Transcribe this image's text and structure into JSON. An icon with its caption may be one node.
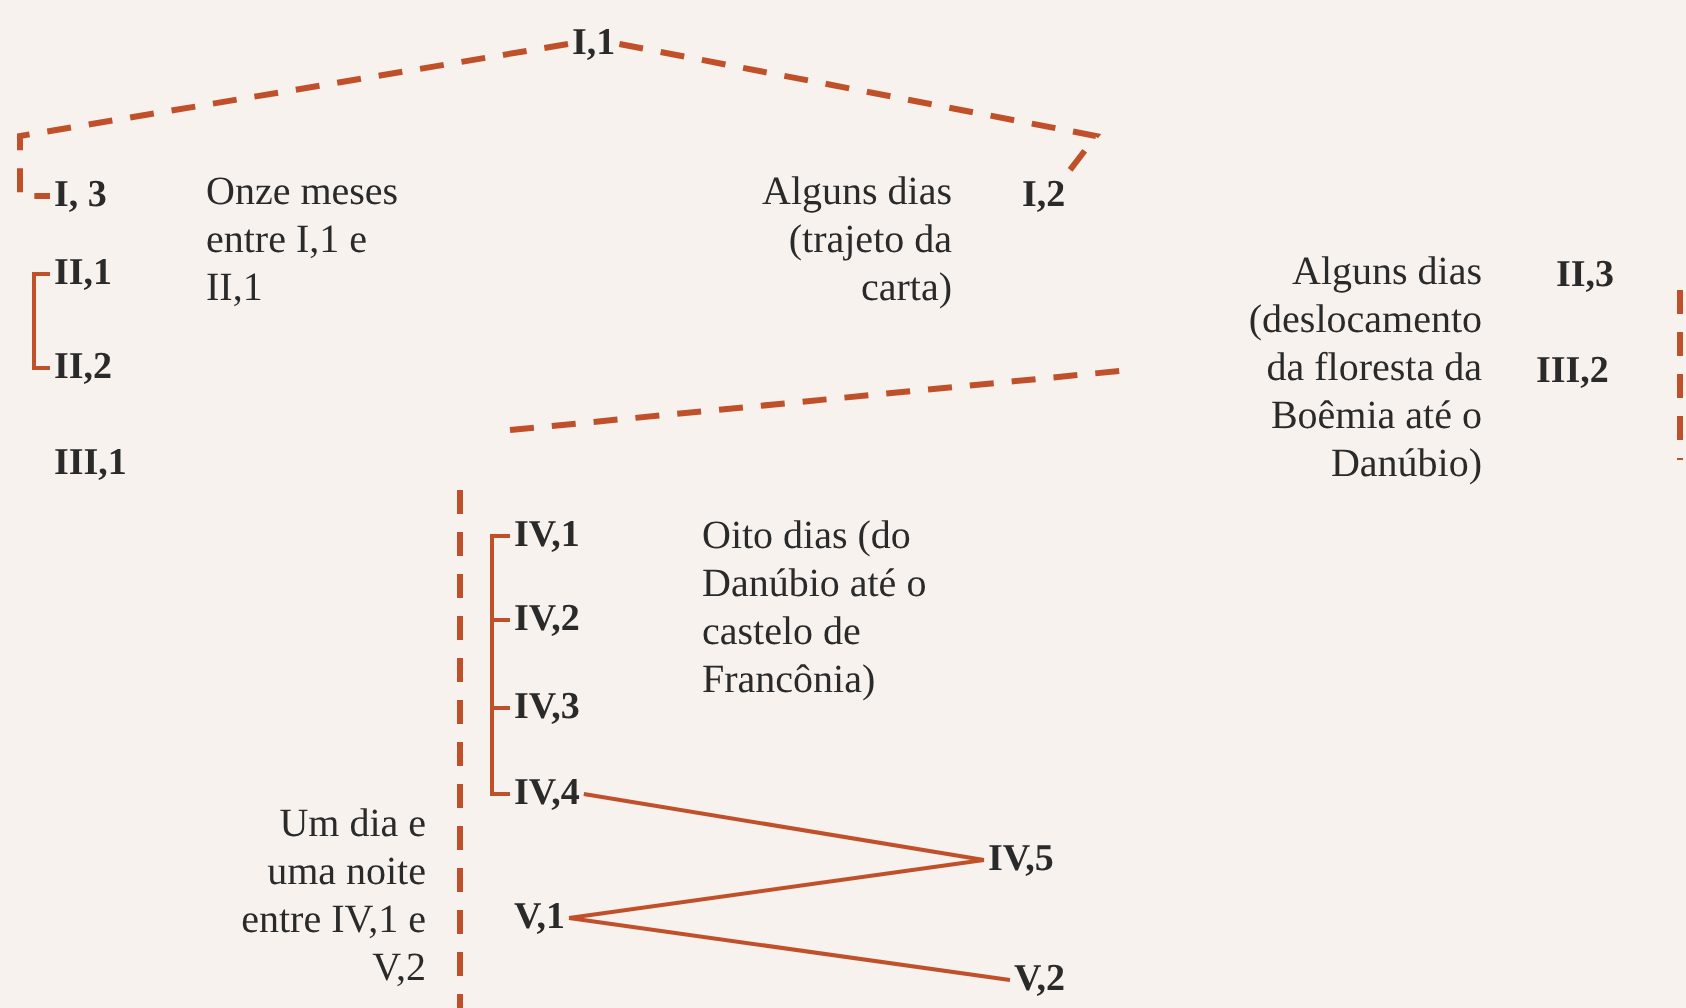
{
  "diagram": {
    "nodes": [
      {
        "text": [
          "I,1"
        ]
      },
      {
        "text": [
          "I, 3"
        ]
      },
      {
        "text": [
          "II,1"
        ]
      },
      {
        "text": [
          "II,2"
        ]
      },
      {
        "text": [
          "III,1"
        ]
      },
      {
        "text": [
          "I,2"
        ]
      },
      {
        "text": [
          "II,3"
        ]
      },
      {
        "text": [
          "III,2"
        ]
      },
      {
        "text": [
          "IV,1"
        ]
      },
      {
        "text": [
          "IV,2"
        ]
      },
      {
        "text": [
          "IV,3"
        ]
      },
      {
        "text": [
          "IV,4"
        ]
      },
      {
        "text": [
          "IV,5"
        ]
      },
      {
        "text": [
          "V,1"
        ]
      },
      {
        "text": [
          "V,2"
        ]
      }
    ],
    "edges": [
      {
        "from": 0,
        "to": 1,
        "arrow": "none",
        "style": "dashed"
      },
      {
        "from": 0,
        "to": 5,
        "arrow": "none",
        "style": "dashed"
      },
      {
        "from": 2,
        "to": 3,
        "arrow": "none"
      },
      {
        "from": 8,
        "to": 9,
        "arrow": "none"
      },
      {
        "from": 9,
        "to": 10,
        "arrow": "none"
      },
      {
        "from": 10,
        "to": 11,
        "arrow": "none"
      },
      {
        "from": 11,
        "to": 12,
        "arrow": "none"
      },
      {
        "from": 12,
        "to": 13,
        "arrow": "none"
      },
      {
        "from": 13,
        "to": 14,
        "arrow": "none"
      }
    ],
    "labels": [
      "Onze meses entre I,1 e II,1",
      "Alguns dias (trajeto da carta)",
      "Alguns dias (deslocamento da floresta da Boêmia até o Danúbio)",
      "Oito dias (do Danúbio até o castelo de Francônia)",
      "Um dia e uma noite entre IV,1 e V,2"
    ]
  }
}
